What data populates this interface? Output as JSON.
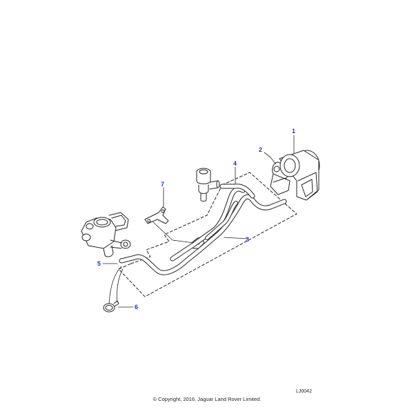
{
  "diagram": {
    "callouts": [
      "1",
      "2",
      "3",
      "4",
      "5",
      "6",
      "7"
    ]
  },
  "footer": {
    "reference": "LJ0042",
    "copyright": "© Copyright, 2016. Jaguar Land Rover Limited."
  }
}
